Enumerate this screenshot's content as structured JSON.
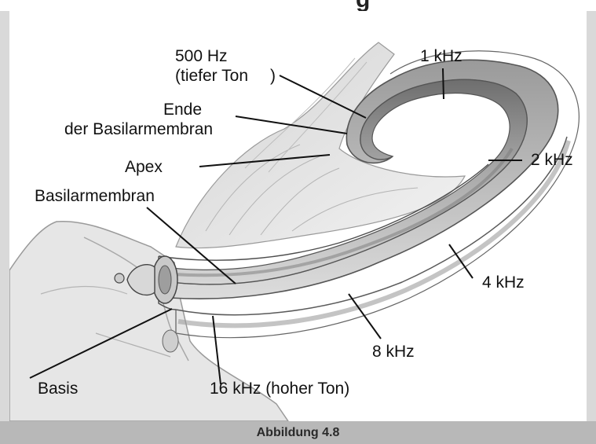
{
  "header_fragment": "g",
  "caption": "Abbildung 4.8",
  "labels": {
    "hz500_line1": "500 Hz",
    "hz500_line2": "(tiefer Ton",
    "hz500_paren": ")",
    "ende_line1": "Ende",
    "ende_line2": "der Basilarmembran",
    "apex": "Apex",
    "basilarmembran": "Basilarmembran",
    "basis": "Basis",
    "khz1": "1 kHz",
    "khz2": "2 kHz",
    "khz4": "4 kHz",
    "khz8": "8 kHz",
    "khz16": "16 kHz (hoher Ton)"
  },
  "colors": {
    "frame": "#d9d9d9",
    "caption_bar": "#b8b8b8",
    "tube_dark": "#7d7d7d",
    "tube_light": "#bfbfbf",
    "outline": "#4a4a4a"
  }
}
